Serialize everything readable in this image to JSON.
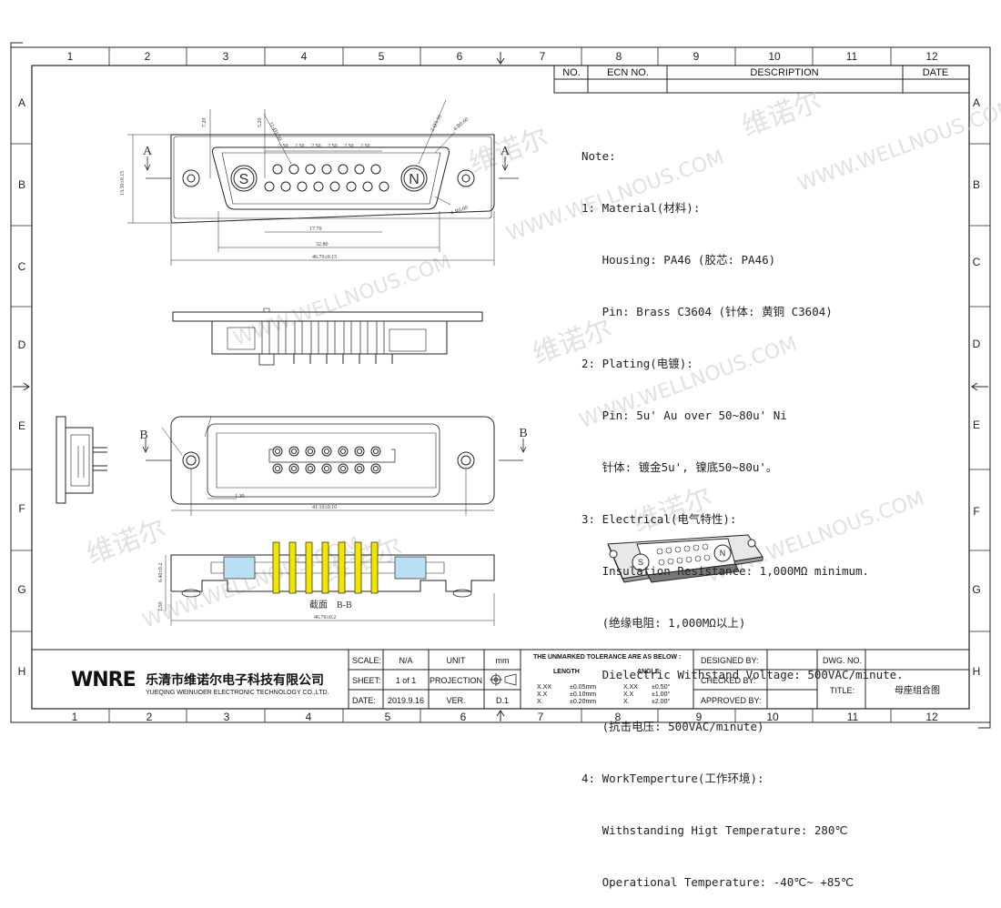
{
  "grid": {
    "cols": [
      "1",
      "2",
      "3",
      "4",
      "5",
      "6",
      "7",
      "8",
      "9",
      "10",
      "11",
      "12"
    ],
    "rows": [
      "A",
      "B",
      "C",
      "D",
      "E",
      "F",
      "G",
      "H"
    ]
  },
  "revision_block": {
    "no": "NO.",
    "ecn": "ECN NO.",
    "description": "DESCRIPTION",
    "date": "DATE"
  },
  "notes": [
    "Note:",
    "1: Material(材料):",
    "   Housing: PA46 (胶芯: PA46)",
    "   Pin: Brass C3604 (针体: 黄铜 C3604)",
    "2: Plating(电镀):",
    "   Pin: 5u' Au over 50~80u' Ni",
    "   针体: 镀金5u', 镍底50~80u'。",
    "3: Electrical(电气特性):",
    "   Insulation Resistance: 1,000MΩ minimum.",
    "   (绝缘电阻: 1,000MΩ以上)",
    "   Dielectric Withstand Voltage: 500VAC/minute.",
    "   (抗击电压: 500VAC/minute)",
    "4: WorkTemperture(工作环境):",
    "   Withstanding Higt Temperature: 280℃",
    "   Operational Temperature: -40℃~ +85℃"
  ],
  "dims": {
    "d_2_50": "2.50",
    "d_17_70": "17.70",
    "d_32_80": "32.80",
    "d_46_70": "46.70±0.15",
    "d_13_30": "13.30±0.15",
    "d_7_20": "7.20",
    "d_5_20": "5.20",
    "d_r150": "11-Ø1.50",
    "d_r2": "2-Ø3.10",
    "d_r480a": "4-R0.60",
    "d_r480b": "4-R0.60",
    "d_41_10": "41.10±0.10",
    "d_1_30": "1.30",
    "d_6_40": "6.40±0.2",
    "d_1_50": "1.50",
    "d_46_70b": "46.70±0.2",
    "section_label": "截面　B-B",
    "view_a": "A",
    "view_b": "B",
    "pin_s": "S",
    "pin_n": "N"
  },
  "watermark": {
    "cn": "维诺尔",
    "en": "WWW.WELLNOUS.COM"
  },
  "title_block": {
    "logo": "WNRE",
    "company_cn": "乐清市维诺尔电子科技有限公司",
    "company_en": "YUEQING WEINUOER ELECTRONIC TECHNOLOGY CO.,LTD.",
    "scale_label": "SCALE:",
    "scale_value": "N/A",
    "unit_label": "UNIT",
    "unit_value": "mm",
    "sheet_label": "SHEET:",
    "sheet_value": "1  of  1",
    "projection_label": "PROJECTION",
    "date_label": "DATE:",
    "date_value": "2019.9.16",
    "ver_label": "VER.",
    "ver_value": "D.1",
    "tolerance_title": "THE UNMARKED TOLERANCE ARE AS BELOW :",
    "length_label": "LENGTH",
    "angle_label": "ANGLE",
    "tol_rows": [
      [
        "X.XX",
        "±0.05mm",
        "X.XX",
        "±0.50°"
      ],
      [
        "X.X",
        "±0.10mm",
        "X.X",
        "±1.00°"
      ],
      [
        "X.",
        "±0.20mm",
        "X.",
        "±2.00°"
      ]
    ],
    "designed_by": "DESIGNED BY:",
    "checked_by": "CHECKED BY:",
    "approved_by": "APPROVED BY:",
    "dwg_no_label": "DWG. NO.",
    "title_label": "TITLE:",
    "title_value": "母座组合图"
  },
  "colors": {
    "line": "#222222",
    "pin_yellow": "#f2e600",
    "insert_blue": "#b9e0f2"
  }
}
